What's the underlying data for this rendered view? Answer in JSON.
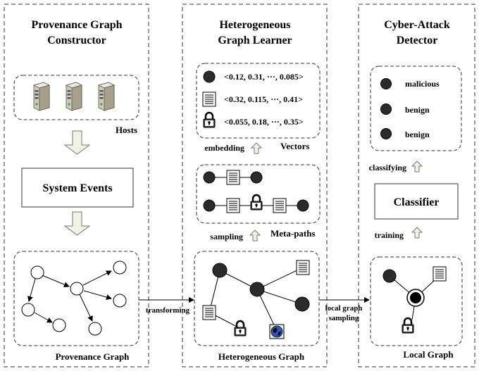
{
  "columns": {
    "constructor": {
      "title_line1": "Provenance Graph",
      "title_line2": "Constructor",
      "hosts_label": "Hosts",
      "system_events_label": "System Events",
      "provenance_graph_label": "Provenance Graph"
    },
    "learner": {
      "title_line1": "Heterogeneous",
      "title_line2": "Graph Learner",
      "vectors_label": "Vectors",
      "vector_rows": [
        "<0.12, 0.31, ···, 0.085>",
        "<0.32, 0.115, ···, 0.41>",
        "<0.055, 0.18, ···, 0.35>"
      ],
      "embedding_label": "embedding",
      "metapaths_label": "Meta-paths",
      "sampling_label": "sampling",
      "het_graph_label": "Heterogeneous Graph"
    },
    "detector": {
      "title_line1": "Cyber-Attack",
      "title_line2": "Detector",
      "results": [
        "malicious",
        "benign",
        "benign"
      ],
      "classifying_label": "classifying",
      "classifier_label": "Classifier",
      "training_label": "training",
      "local_graph_label": "Local Graph"
    }
  },
  "connectors": {
    "transforming_label": "transforming",
    "local_graph_sampling_line1": "local graph",
    "local_graph_sampling_line2": "sampling"
  },
  "icons": [
    "server-icon",
    "document-icon",
    "lock-icon",
    "globe-icon",
    "up-arrow-icon",
    "down-arrow-icon"
  ],
  "colors": {
    "dark_node": "#2b2b2b",
    "arrow_fill": "#f0f2e6"
  }
}
